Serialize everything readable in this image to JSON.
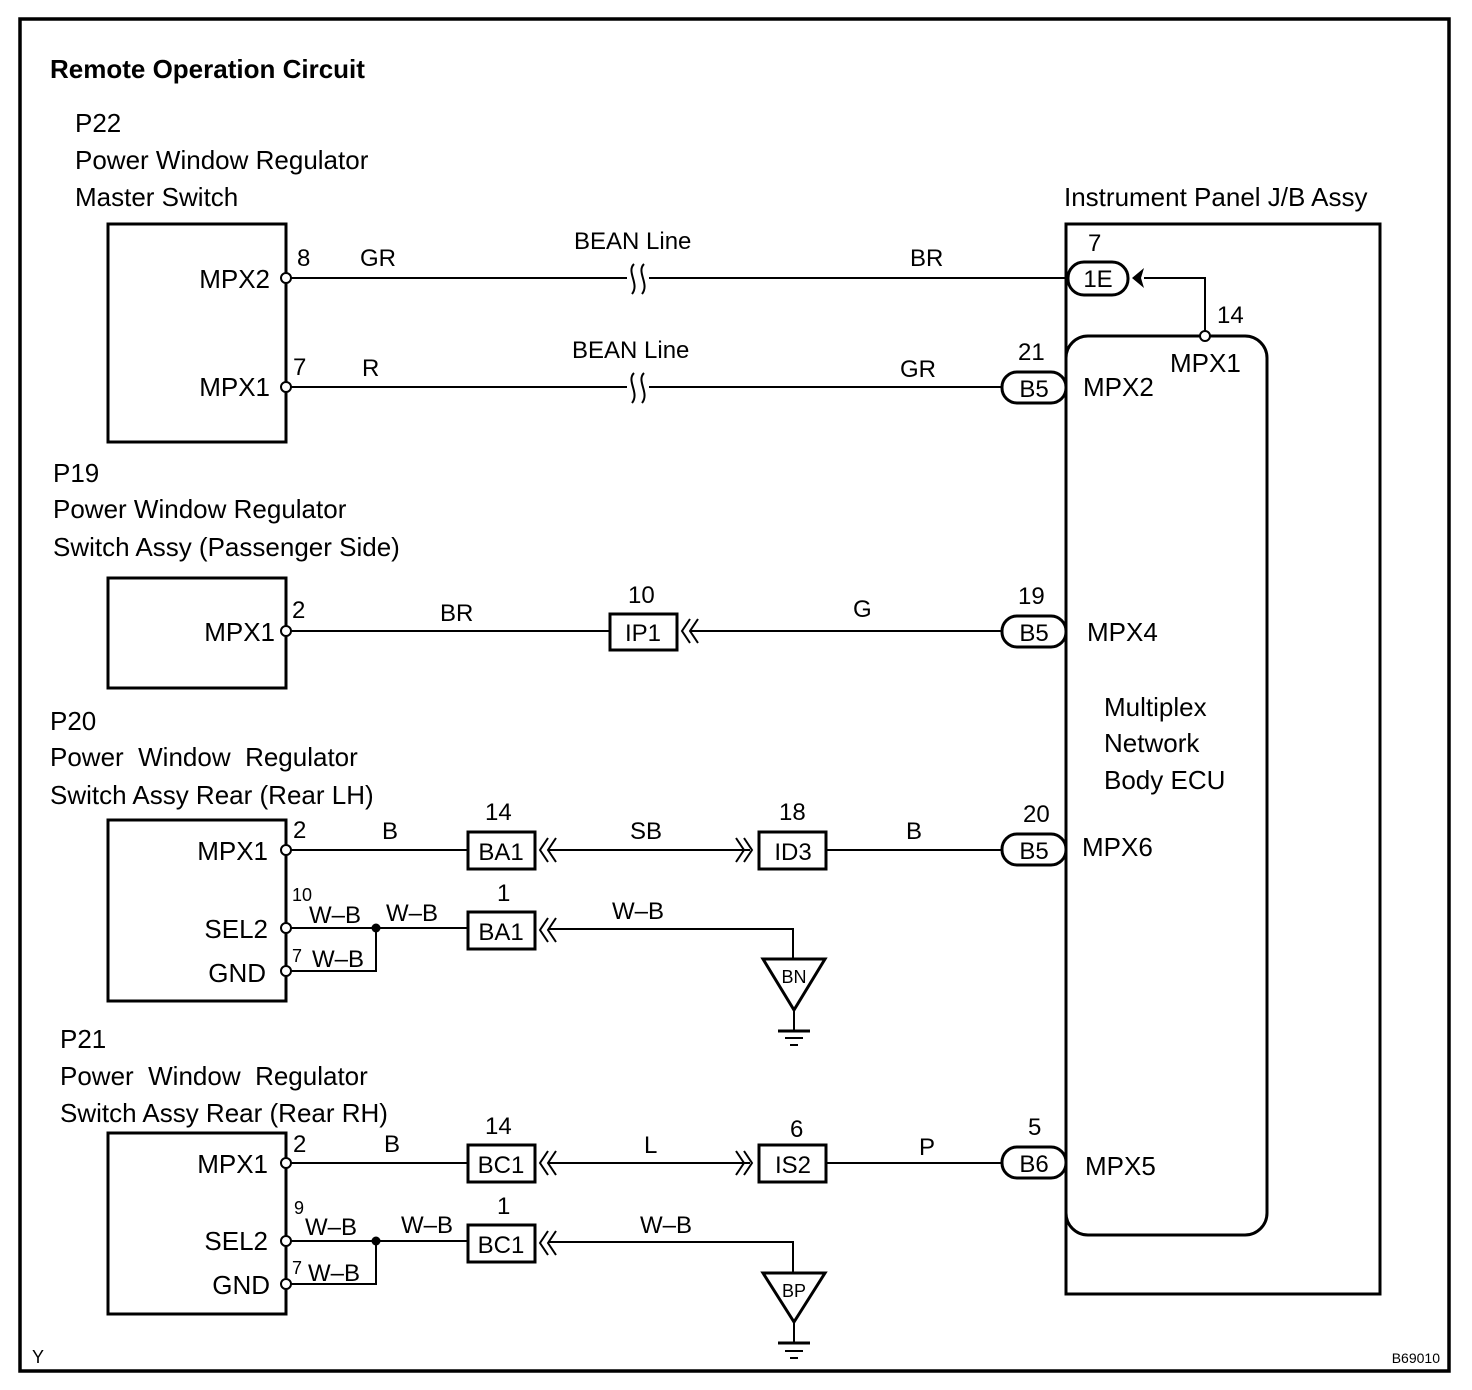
{
  "diagram": {
    "title": "Remote Operation Circuit",
    "figure_code": "B69010",
    "corner_mark": "Y",
    "colors": {
      "line": "#000000",
      "background": "#ffffff"
    }
  },
  "components": {
    "p22": {
      "code": "P22",
      "name_line1": "Power Window Regulator",
      "name_line2": "Master Switch",
      "pins": [
        {
          "name": "MPX2",
          "number": "8",
          "wire_color": "GR"
        },
        {
          "name": "MPX1",
          "number": "7",
          "wire_color": "R"
        }
      ]
    },
    "p19": {
      "code": "P19",
      "name_line1": "Power Window Regulator",
      "name_line2": "Switch Assy (Passenger Side)",
      "pins": [
        {
          "name": "MPX1",
          "number": "2",
          "wire_color": "BR"
        }
      ]
    },
    "p20": {
      "code": "P20",
      "name_line1": "Power  Window  Regulator",
      "name_line2": "Switch Assy Rear (Rear LH)",
      "pins": [
        {
          "name": "MPX1",
          "number": "2",
          "wire_color": "B"
        },
        {
          "name": "SEL2",
          "number": "10",
          "wire_color": "W–B"
        },
        {
          "name": "GND",
          "number": "7",
          "wire_color": "W–B"
        }
      ]
    },
    "p21": {
      "code": "P21",
      "name_line1": "Power  Window  Regulator",
      "name_line2": "Switch Assy Rear (Rear RH)",
      "pins": [
        {
          "name": "MPX1",
          "number": "2",
          "wire_color": "B"
        },
        {
          "name": "SEL2",
          "number": "9",
          "wire_color": "W–B"
        },
        {
          "name": "GND",
          "number": "7",
          "wire_color": "W–B"
        }
      ]
    },
    "jb": {
      "name": "Instrument Panel J/B Assy",
      "ecu_line1": "Multiplex",
      "ecu_line2": "Network",
      "ecu_line3": "Body ECU",
      "ecu_pins": [
        "MPX1",
        "MPX2",
        "MPX4",
        "MPX6",
        "MPX5"
      ],
      "mpx1_pin_number": "14"
    }
  },
  "bean_label": "BEAN Line",
  "wires": {
    "row1": {
      "left_color": "GR",
      "right_color": "BR",
      "connector": "1E",
      "connector_pin": "7"
    },
    "row2": {
      "left_color": "R",
      "right_color": "GR",
      "connector": "B5",
      "connector_pin": "21",
      "ecu_pin": "MPX2"
    },
    "row3": {
      "mid_connector": "IP1",
      "mid_pin": "10",
      "right_color": "G",
      "connector": "B5",
      "connector_pin": "19",
      "ecu_pin": "MPX4"
    },
    "row4": {
      "conn_a": "BA1",
      "conn_a_pin": "14",
      "mid_color": "SB",
      "conn_b": "ID3",
      "conn_b_pin": "18",
      "right_color": "B",
      "connector": "B5",
      "connector_pin": "20",
      "ecu_pin": "MPX6"
    },
    "row5": {
      "junction_color": "W–B",
      "conn_a": "BA1",
      "conn_a_pin": "1",
      "ground_color": "W–B",
      "ground": "BN"
    },
    "row6": {
      "conn_a": "BC1",
      "conn_a_pin": "14",
      "mid_color": "L",
      "conn_b": "IS2",
      "conn_b_pin": "6",
      "right_color": "P",
      "connector": "B6",
      "connector_pin": "5",
      "ecu_pin": "MPX5"
    },
    "row7": {
      "junction_color": "W–B",
      "conn_a": "BC1",
      "conn_a_pin": "1",
      "ground_color": "W–B",
      "ground": "BP"
    }
  }
}
